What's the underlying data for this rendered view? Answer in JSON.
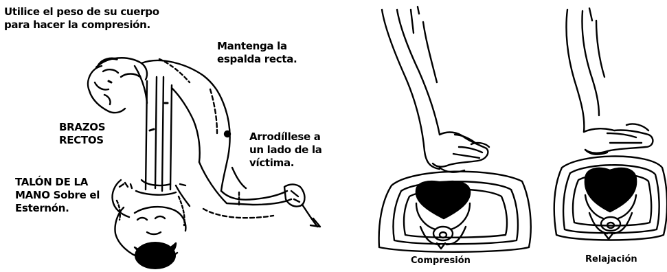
{
  "left_panel": {
    "labels": {
      "use_weight": [
        "Utilice el peso de su cuerpo",
        "para hacer la compresión."
      ],
      "keep_back": [
        "Mantenga la",
        "espalda recta."
      ],
      "arms": [
        "BRAZOS",
        "RECTOS"
      ],
      "kneel": [
        "Arrodíllese a",
        "un lado de la",
        "víctima."
      ],
      "heel": [
        "TALÓN DE LA",
        "MANO Sobre el",
        "Esternón."
      ]
    }
  },
  "right_panel": {
    "captions": {
      "compression": "Compresión",
      "relaxation": "Relajación"
    }
  }
}
